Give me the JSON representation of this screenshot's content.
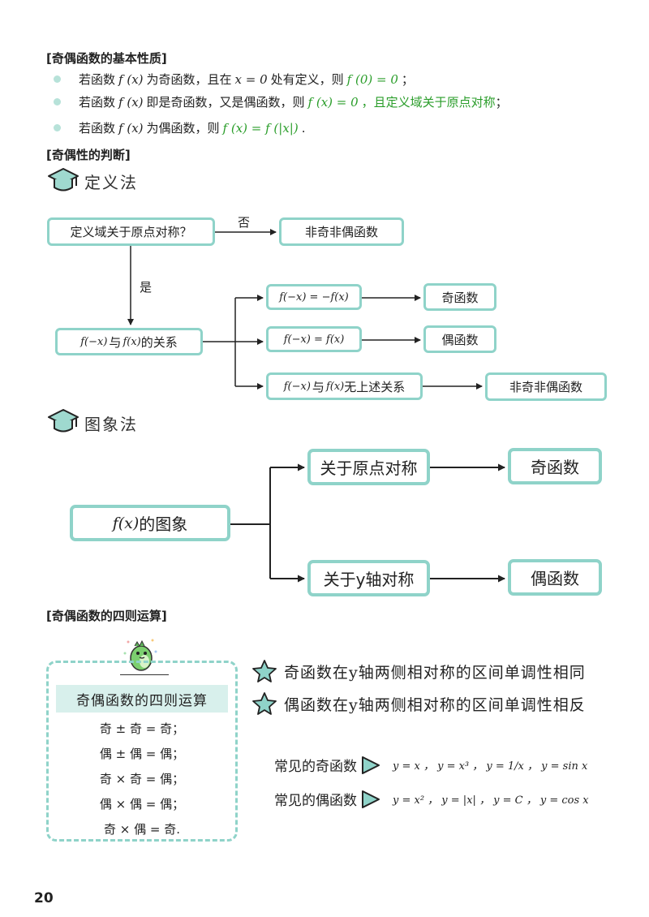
{
  "colors": {
    "accent": "#8fd3c9",
    "green_text": "#2a9d2a",
    "bullet": "#b7e2d9",
    "header_fill": "#d8f0ec"
  },
  "section1": {
    "title": "[奇偶函数的基本性质]",
    "bullets": [
      {
        "text_a": "若函数",
        "f1": "f (x)",
        "text_b": "为奇函数，且在",
        "f2": "x = 0",
        "text_c": "处有定义，则",
        "f3": "f (0) = 0",
        "text_d": "；"
      },
      {
        "text_a": "若函数",
        "f1": "f (x)",
        "text_b": "即是奇函数，又是偶函数，则",
        "f2": "f (x) = 0",
        "text_c": "，且定义域关于原点对称",
        "text_d": "；"
      },
      {
        "text_a": "若函数",
        "f1": "f (x)",
        "text_b": "为偶函数，则",
        "f2": "f (x) = f (|x|)",
        "text_c": "."
      }
    ]
  },
  "section2": {
    "title": "[奇偶性的判断]",
    "method1": "定义法",
    "method2": "图象法",
    "flow1": {
      "box_domain": "定义域关于原点对称？",
      "label_no": "否",
      "box_non1": "非奇非偶函数",
      "label_yes": "是",
      "rel_f1": "f(−x)",
      "rel_yu": "与",
      "rel_f2": "f(x)",
      "rel_text": "的关系",
      "cond_odd": "f(−x) = −f(x)",
      "cond_even": "f(−x) = f(x)",
      "cond_none_f1": "f(−x)",
      "cond_none_yu": "与",
      "cond_none_f2": "f(x)",
      "cond_none_text": "无上述关系",
      "res_odd": "奇函数",
      "res_even": "偶函数",
      "res_none": "非奇非偶函数"
    },
    "flow2": {
      "graph_f": "f(x)",
      "graph_text": "的图象",
      "sym_origin": "关于原点对称",
      "sym_y": "关于y轴对称",
      "res_odd": "奇函数",
      "res_even": "偶函数"
    }
  },
  "section3": {
    "title": "[奇偶函数的四则运算]",
    "card_title": "奇偶函数的四则运算",
    "rules": [
      "奇 ± 奇 = 奇；",
      "偶 ± 偶 = 偶；",
      "奇 × 奇 = 偶；",
      "偶 × 偶 = 偶；",
      "奇 × 偶 = 奇."
    ],
    "note_odd": "奇函数在y轴两侧相对称的区间单调性相同",
    "note_even": "偶函数在y轴两侧相对称的区间单调性相反",
    "common_odd_label": "常见的奇函数",
    "common_odd_formula": "y = x ， y = x³ ， y = 1/x ， y = sin x",
    "common_even_label": "常见的偶函数",
    "common_even_formula": "y = x² ， y = |x| ， y = C ， y = cos x"
  },
  "page_number": "20"
}
